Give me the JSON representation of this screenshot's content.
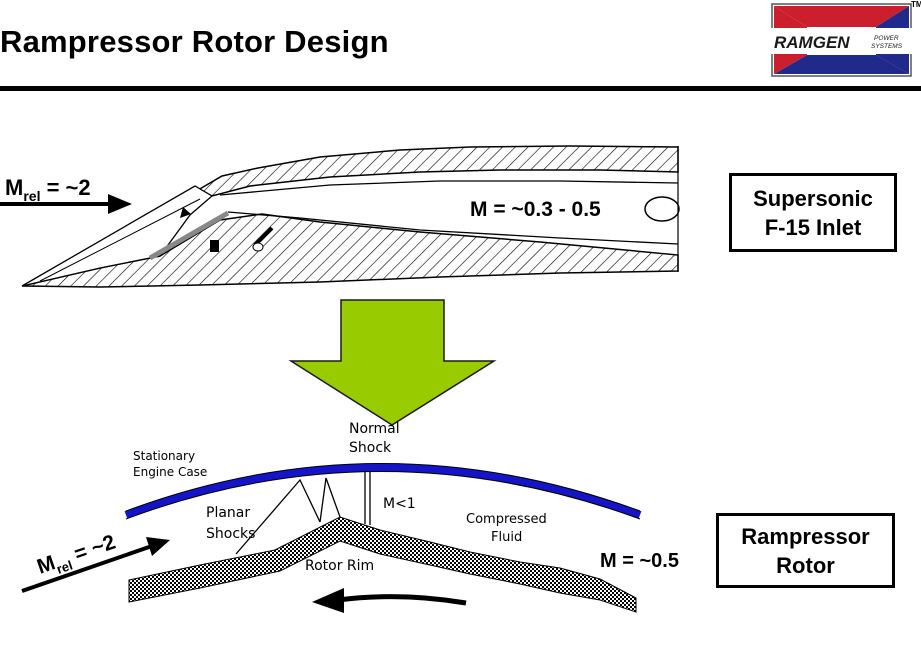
{
  "title": "Rampressor Rotor Design",
  "logo": {
    "brand": "RAMGEN",
    "sub_line1": "POWER",
    "sub_line2": "SYSTEMS",
    "tm": "TM",
    "colors": {
      "red": "#cc1f2d",
      "blue": "#1f2a8a"
    }
  },
  "inlet": {
    "mach_relative_main": "M",
    "mach_relative_sub": "rel",
    "mach_relative_value": " = ~2",
    "mach_internal": "M = ~0.3 - 0.5",
    "box_line1": "Supersonic",
    "box_line2": "F-15 Inlet"
  },
  "arrow_color": "#99cc00",
  "rotor": {
    "mach_relative_main": "M",
    "mach_relative_sub": "rel",
    "mach_relative_value": " = ~2",
    "normal_shock_line1": "Normal",
    "normal_shock_line2": "Shock",
    "engine_case_line1": "Stationary",
    "engine_case_line2": "Engine Case",
    "planar_shocks_line1": "Planar",
    "planar_shocks_line2": "Shocks",
    "subsonic_mach": "M<1",
    "compressed_line1": "Compressed",
    "compressed_line2": "Fluid",
    "rim_label": "Rotor Rim",
    "exit_mach": "M = ~0.5",
    "box_line1": "Rampressor",
    "box_line2": "Rotor",
    "case_color": "#1414c8"
  }
}
